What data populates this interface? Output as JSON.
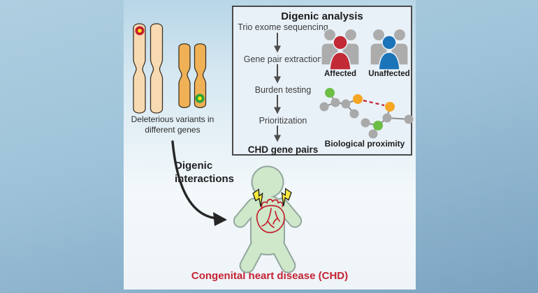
{
  "figure": {
    "variants_label": [
      "Deleterious variants in",
      "different genes"
    ],
    "interaction_label": [
      "Digenic",
      "interactions"
    ],
    "caption": "Congenital heart disease (CHD)"
  },
  "analysis_box": {
    "title": "Digenic analysis",
    "steps": [
      "Trio exome sequencing",
      "Gene pair extraction",
      "Burden testing",
      "Prioritization",
      "CHD gene pairs"
    ],
    "affected_label": "Affected",
    "unaffected_label": "Unaffected",
    "network_label": "Biological proximity"
  },
  "colors": {
    "affected_red": "#C22A35",
    "unaffected_blue": "#1B74B8",
    "person_gray": "#ACACAC",
    "node_gray": "#A9A9A9",
    "node_green": "#6CBE45",
    "node_orange": "#F6A623",
    "proximity_link_red": "#C4202E",
    "chromosome_light": "#F8DAB2",
    "chromosome_dark": "#F0B156",
    "variant_ring_red": "#C4202E",
    "variant_ring_green": "#27A437",
    "variant_center_yellow": "#FFE716",
    "baby_green": "#CFE8CA",
    "baby_outline": "#94A79F",
    "heart_red": "#C4202E",
    "bolt_yellow": "#F6E73B",
    "caption_red": "#C42333",
    "arrow_gray": "#4D4D4D",
    "curve_arrow_black": "#262626"
  }
}
